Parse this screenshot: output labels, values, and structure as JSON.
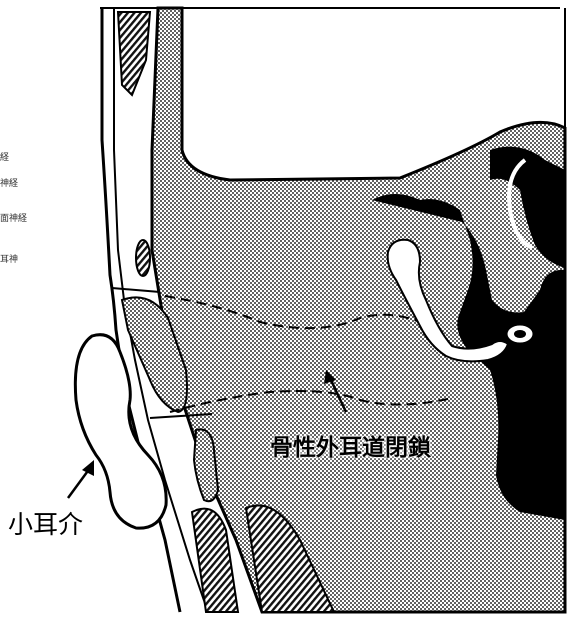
{
  "labels": {
    "closure": "骨性外耳道閉鎖",
    "microtia": "小耳介"
  },
  "edge_labels": [
    "経",
    "神経",
    "面神経",
    "耳神"
  ],
  "colors": {
    "ink": "#000000",
    "paper": "#ffffff",
    "stipple": "#bdbdbd"
  }
}
